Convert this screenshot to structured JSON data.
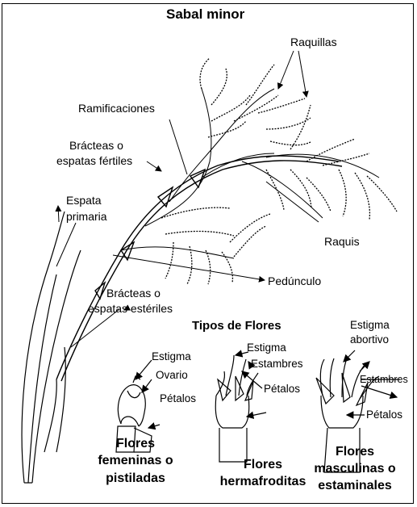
{
  "title": "Sabal minor",
  "labels": {
    "raquillas": "Raquillas",
    "ramificaciones": "Ramificaciones",
    "bracteas_fertiles_1": "Brácteas o",
    "bracteas_fertiles_2": "espatas fértiles",
    "espata_primaria_1": "Espata",
    "espata_primaria_2": "primaria",
    "raquis": "Raquis",
    "pedunculo": "Pedúnculo",
    "bracteas_esteriles_1": "Brácteas o",
    "bracteas_esteriles_2": "espatas estériles"
  },
  "flowers_section": {
    "heading": "Tipos de Flores",
    "female": {
      "estigma": "Estigma",
      "ovario": "Ovario",
      "petalos": "Pétalos",
      "name_1": "Flores",
      "name_2": "femeninas o",
      "name_3": "pistiladas"
    },
    "hermaphrodite": {
      "estigma": "Estigma",
      "estambres": "Estambres",
      "petalos": "Pétalos",
      "name_1": "Flores",
      "name_2": "hermafroditas"
    },
    "male": {
      "estigma_1": "Estigma",
      "estigma_2": "abortivo",
      "estambres": "Estambres",
      "petalos": "Pétalos",
      "name_1": "Flores",
      "name_2": "masculinas o",
      "name_3": "estaminales"
    }
  }
}
